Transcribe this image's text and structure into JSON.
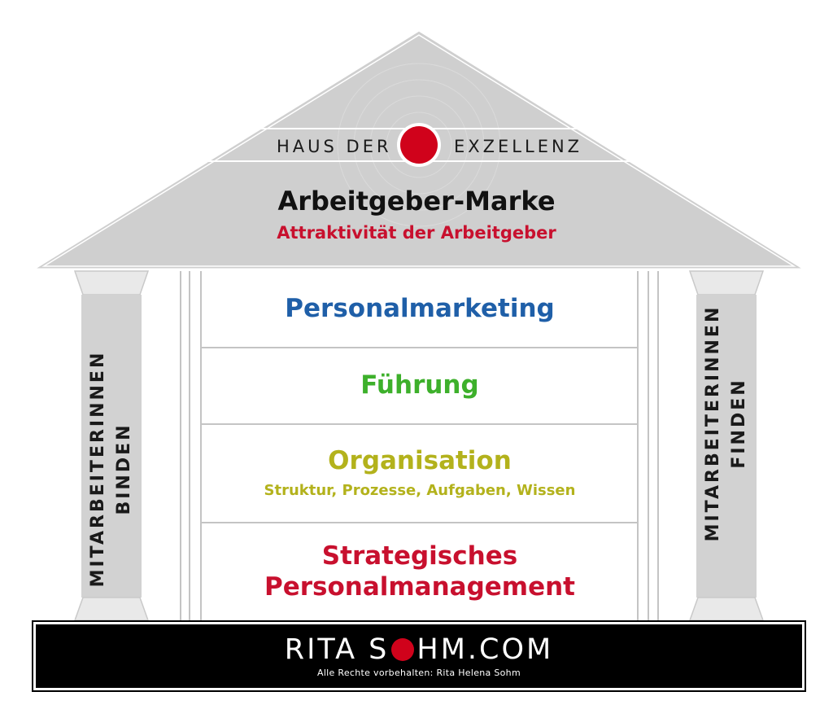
{
  "roof": {
    "sign_left": "HAUS DER",
    "sign_right": "EXZELLENZ",
    "title": "Arbeitgeber-Marke",
    "subtitle": "Attraktivität der Arbeitgeber"
  },
  "floors": [
    {
      "label": "Personalmarketing",
      "color": "#1f5fa8"
    },
    {
      "label": "Führung",
      "color": "#3db02b"
    },
    {
      "label": "Organisation",
      "sublabel": "Struktur, Prozesse, Aufgaben, Wissen",
      "color": "#b3b21c"
    },
    {
      "label_line1": "Strategisches",
      "label_line2": "Personalmanagement",
      "color": "#c8102e"
    }
  ],
  "pillars": {
    "left_line1": "MITARBEITERINNEN",
    "left_line2": "BINDEN",
    "right_line1": "MITARBEITERINNEN",
    "right_line2": "FINDEN"
  },
  "footer": {
    "brand_left": "RITA S",
    "brand_right": "HM.COM",
    "copyright": "Alle Rechte vorbehalten: Rita Helena Sohm"
  },
  "colors": {
    "accent_red": "#d0021b",
    "roof_gray": "#cfcfcf",
    "pillar_gray": "#d2d2d2",
    "base_black": "#000000"
  }
}
